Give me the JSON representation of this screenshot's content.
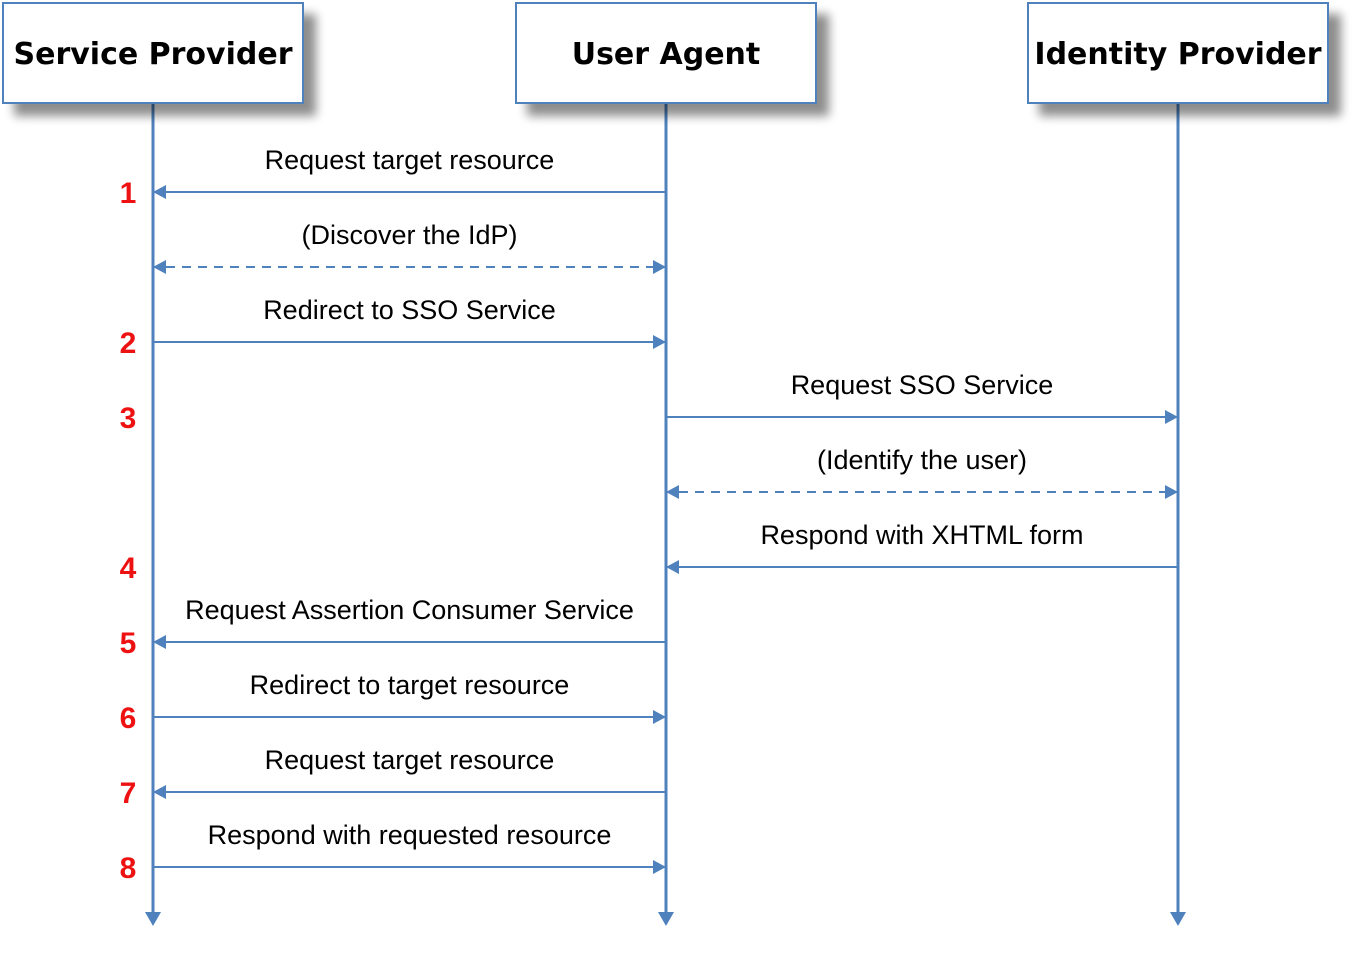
{
  "colors": {
    "line": "#4f81bd",
    "box_border": "#4f81bd",
    "box_fill": "#ffffff",
    "step_number": "#ee1111",
    "text": "#000000"
  },
  "actors": [
    {
      "id": "sp",
      "label": "Service Provider"
    },
    {
      "id": "ua",
      "label": "User Agent"
    },
    {
      "id": "idp",
      "label": "Identity Provider"
    }
  ],
  "messages": [
    {
      "step": "1",
      "label": "Request target resource",
      "from": "ua",
      "to": "sp",
      "style": "solid",
      "bidirectional": false
    },
    {
      "step": "",
      "label": "(Discover the IdP)",
      "from": "sp",
      "to": "ua",
      "style": "dashed",
      "bidirectional": true
    },
    {
      "step": "2",
      "label": "Redirect to SSO Service",
      "from": "sp",
      "to": "ua",
      "style": "solid",
      "bidirectional": false
    },
    {
      "step": "3",
      "label": "Request SSO Service",
      "from": "ua",
      "to": "idp",
      "style": "solid",
      "bidirectional": false
    },
    {
      "step": "",
      "label": "(Identify the user)",
      "from": "ua",
      "to": "idp",
      "style": "dashed",
      "bidirectional": true
    },
    {
      "step": "4",
      "label": "Respond with XHTML form",
      "from": "idp",
      "to": "ua",
      "style": "solid",
      "bidirectional": false
    },
    {
      "step": "5",
      "label": "Request Assertion Consumer Service",
      "from": "ua",
      "to": "sp",
      "style": "solid",
      "bidirectional": false
    },
    {
      "step": "6",
      "label": "Redirect to target resource",
      "from": "sp",
      "to": "ua",
      "style": "solid",
      "bidirectional": false
    },
    {
      "step": "7",
      "label": "Request target resource",
      "from": "ua",
      "to": "sp",
      "style": "solid",
      "bidirectional": false
    },
    {
      "step": "8",
      "label": "Respond with requested resource",
      "from": "sp",
      "to": "ua",
      "style": "solid",
      "bidirectional": false
    }
  ]
}
